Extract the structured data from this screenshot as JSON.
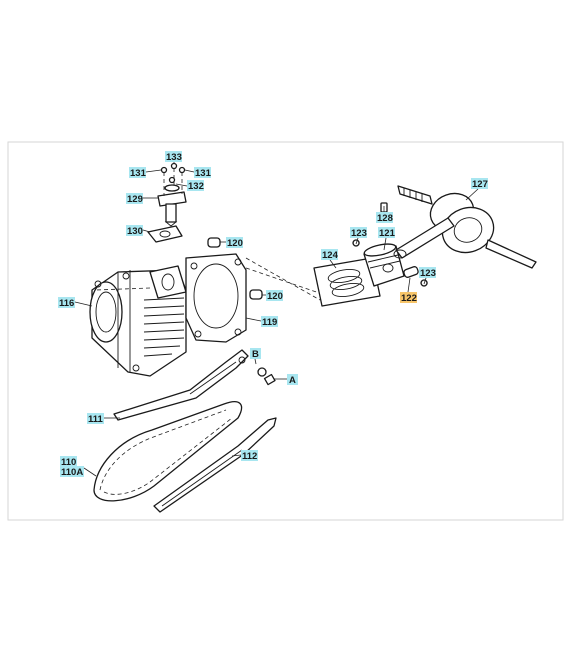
{
  "callouts": {
    "c133": "133",
    "c131a": "131",
    "c131b": "131",
    "c132": "132",
    "c129": "129",
    "c130": "130",
    "c120a": "120",
    "c120b": "120",
    "c116": "116",
    "c119": "119",
    "c124": "124",
    "c123a": "123",
    "c121": "121",
    "c128": "128",
    "c127": "127",
    "c123b": "123",
    "c122": "122",
    "cB": "B",
    "cA": "A",
    "c111": "111",
    "c110": "110",
    "c110A": "110A",
    "c112": "112"
  },
  "colors": {
    "label_highlight": "#a8e6f0",
    "selected_highlight": "#f7c56a"
  }
}
